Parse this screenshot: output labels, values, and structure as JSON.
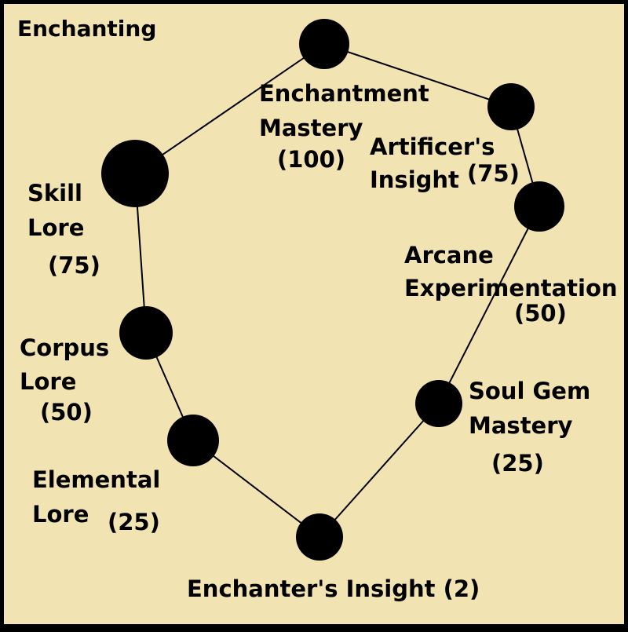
{
  "title": "Enchanting",
  "nodes": [
    {
      "id": "enchantment-mastery",
      "name_lines": [
        "Enchantment",
        "Mastery"
      ],
      "cost": "(100)"
    },
    {
      "id": "artificers-insight",
      "name_lines": [
        "Artificer's",
        "Insight"
      ],
      "cost": "(75)"
    },
    {
      "id": "arcane-experimentation",
      "name_lines": [
        "Arcane",
        "Experimentation"
      ],
      "cost": "(50)"
    },
    {
      "id": "soul-gem-mastery",
      "name_lines": [
        "Soul Gem",
        "Mastery"
      ],
      "cost": "(25)"
    },
    {
      "id": "enchanters-insight",
      "name_lines": [
        "Enchanter's Insight (2)"
      ],
      "cost": ""
    },
    {
      "id": "elemental-lore",
      "name_lines": [
        "Elemental",
        "Lore"
      ],
      "cost": "(25)"
    },
    {
      "id": "corpus-lore",
      "name_lines": [
        "Corpus",
        "Lore"
      ],
      "cost": "(50)"
    },
    {
      "id": "skill-lore",
      "name_lines": [
        "Skill",
        "Lore"
      ],
      "cost": "(75)"
    }
  ],
  "edges": [
    [
      "enchantment-mastery",
      "artificers-insight"
    ],
    [
      "artificers-insight",
      "arcane-experimentation"
    ],
    [
      "arcane-experimentation",
      "soul-gem-mastery"
    ],
    [
      "soul-gem-mastery",
      "enchanters-insight"
    ],
    [
      "enchanters-insight",
      "elemental-lore"
    ],
    [
      "elemental-lore",
      "corpus-lore"
    ],
    [
      "corpus-lore",
      "skill-lore"
    ],
    [
      "skill-lore",
      "enchantment-mastery"
    ]
  ],
  "colors": {
    "background": "#f1e4b2",
    "node": "#000000",
    "edge": "#000000",
    "border": "#000000"
  }
}
